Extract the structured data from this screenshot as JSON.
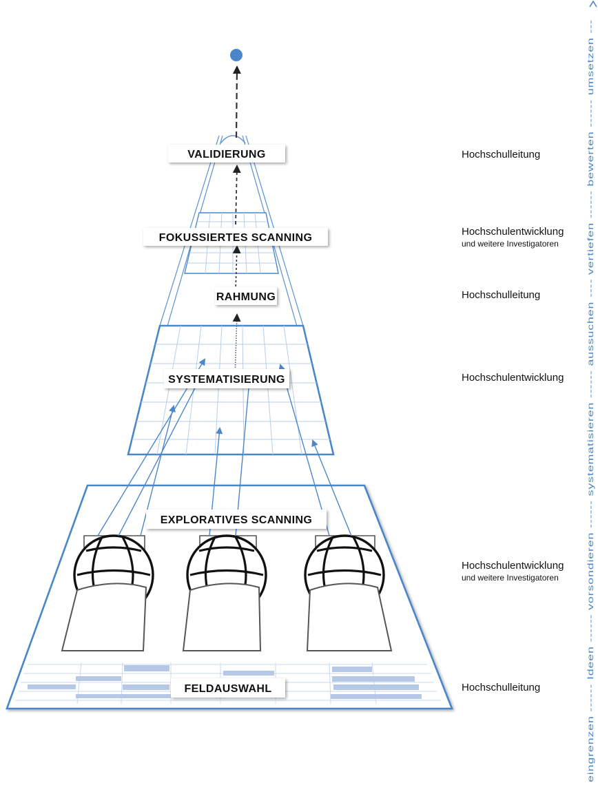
{
  "diagram": {
    "stages": [
      {
        "id": "validierung",
        "label": "VALIDIERUNG",
        "role": "Hochschulleitung",
        "role_sub": ""
      },
      {
        "id": "fokussiertes",
        "label": "FOKUSSIERTES SCANNING",
        "role": "Hochschulentwicklung",
        "role_sub": "und weitere Investigatoren"
      },
      {
        "id": "rahmung",
        "label": "RAHMUNG",
        "role": "Hochschulleitung",
        "role_sub": ""
      },
      {
        "id": "systematisierung",
        "label": "SYSTEMATISIERUNG",
        "role": "Hochschulentwicklung",
        "role_sub": ""
      },
      {
        "id": "exploratives",
        "label": "EXPLORATIVES SCANNING",
        "role": "Hochschulentwicklung",
        "role_sub": "und weitere Investigatoren"
      },
      {
        "id": "feldauswahl",
        "label": "FELDAUSWAHL",
        "role": "Hochschulleitung",
        "role_sub": ""
      }
    ],
    "side_axis": {
      "text": "eingrenzen ------ Ideen ------ vorsondieren ------ systematisieren ------ aussuchen ---- vertiefen ------ bewerten ------ umsetzen ---",
      "arrow_icon": "arrow-up-icon"
    },
    "icons": {
      "globe": "globe-icon",
      "document": "document-icon",
      "goal": "goal-dot-icon"
    },
    "colors": {
      "accent_blue": "#4a86c8",
      "light_blue": "#b9cdea",
      "dark": "#222222"
    }
  }
}
